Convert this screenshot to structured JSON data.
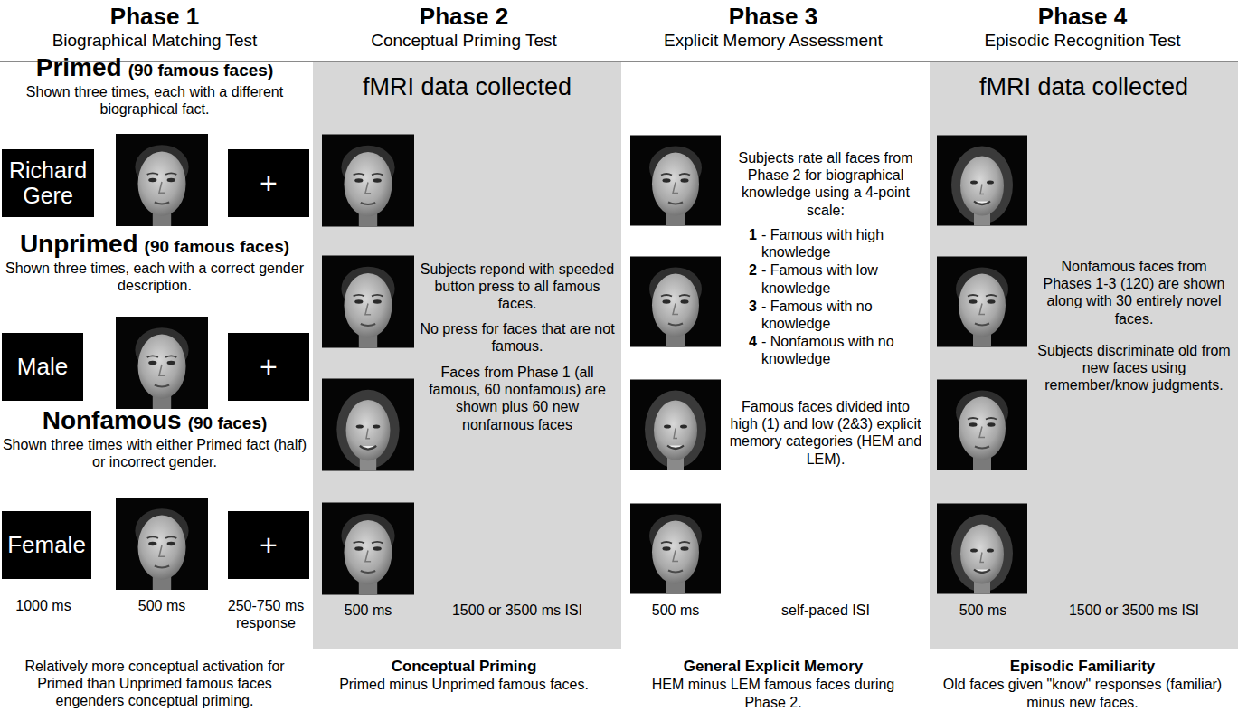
{
  "diagram": {
    "nodes": [
      {
        "text": [
          "Richard Gere"
        ]
      },
      {
        "text": [
          "+"
        ]
      },
      {
        "text": [
          "Male"
        ]
      },
      {
        "text": [
          "+"
        ]
      },
      {
        "text": [
          "Female"
        ]
      },
      {
        "text": [
          "+"
        ]
      },
      {
        "text": [
          "fMRI data collected",
          "Subjects repond with speeded button press to all famous faces.",
          "No press for faces that are not famous.",
          "Faces from Phase 1 (all famous, 60 nonfamous) are shown plus 60 new nonfamous faces",
          "500 ms",
          "1500 or 3500 ms ISI"
        ]
      },
      {
        "text": [
          "fMRI data collected",
          "Nonfamous faces from Phases 1-3 (120) are shown along with 30 entirely novel faces.",
          "Subjects discriminate old from new faces using remember/know judgments.",
          "500 ms",
          "1500 or 3500 ms ISI"
        ]
      }
    ],
    "labels": [
      "Phase 1",
      "Biographical Matching Test",
      "Phase 2",
      "Conceptual Priming Test",
      "Phase 3",
      "Explicit Memory Assessment",
      "Phase 4",
      "Episodic Recognition Test",
      "Primed",
      "(90 famous faces)",
      "Shown three times, each with a different biographical fact.",
      "Unprimed",
      "(90 famous faces)",
      "Shown three times, each with a correct gender description.",
      "Nonfamous",
      "(90 faces)",
      "Shown three times with either Primed fact (half) or incorrect gender.",
      "1000 ms",
      "500 ms",
      "250-750 ms response",
      "Relatively more conceptual activation for Primed than Unprimed famous faces engenders conceptual priming.",
      "Subjects rate all faces from Phase 2 for biographical knowledge using a 4-point scale:",
      "1",
      "- Famous with high knowledge",
      "2",
      "- Famous with low knowledge",
      "3",
      "- Famous with no knowledge",
      "4",
      "- Nonfamous with no knowledge",
      "Famous faces divided into high (1) and low (2&3) explicit memory categories (HEM and LEM).",
      "500 ms",
      "self-paced ISI",
      "Conceptual Priming",
      "Primed minus Unprimed famous faces.",
      "General Explicit Memory",
      "HEM minus LEM famous faces during Phase 2.",
      "Episodic Familiarity",
      "Old faces given \"know\" responses (familiar) minus new faces."
    ]
  }
}
